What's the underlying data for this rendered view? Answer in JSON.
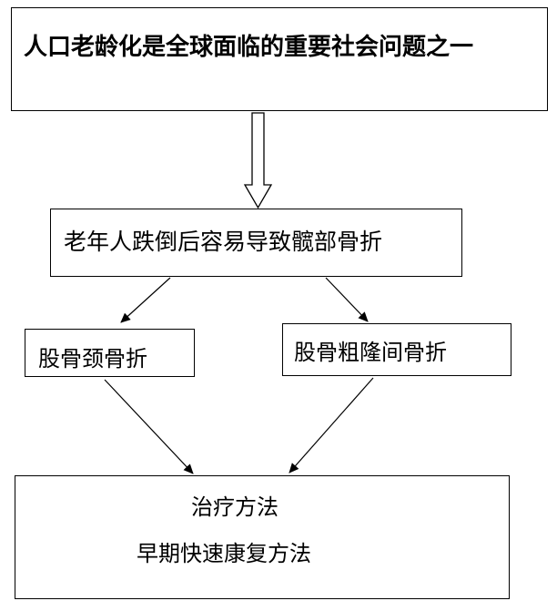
{
  "flow": {
    "top_box": {
      "text": "人口老龄化是全球面临的重要社会问题之一"
    },
    "middle_box": {
      "text": "老年人跌倒后容易导致髋部骨折"
    },
    "left_branch": {
      "text": "股骨颈骨折"
    },
    "right_branch": {
      "text": "股骨粗隆间骨折"
    },
    "bottom_box": {
      "line1": "治疗方法",
      "line2": "早期快速康复方法"
    }
  },
  "colors": {
    "stroke": "#000000",
    "background": "#ffffff"
  }
}
